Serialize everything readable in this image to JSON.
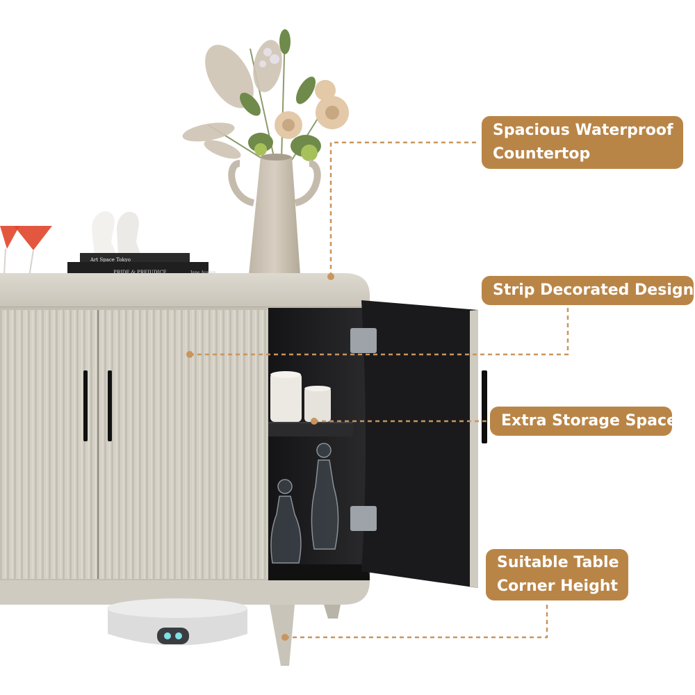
{
  "callouts": [
    {
      "lines": [
        "Spacious Waterproof",
        "Countertop"
      ]
    },
    {
      "lines": [
        "Strip Decorated Design"
      ]
    },
    {
      "lines": [
        "Extra Storage Space"
      ]
    },
    {
      "lines": [
        "Suitable Table",
        "Corner Height"
      ]
    }
  ],
  "books": {
    "top_title": "Art Space Tokyo",
    "bottom_title": "PRIDE & PREJUDICE",
    "bottom_author": "Jane Austen"
  },
  "colors": {
    "callout_bg": "#b98547",
    "leader_line": "#c9955e",
    "cabinet_finish": "#d3cfc4",
    "cabinet_interior": "#1c1c1e"
  }
}
